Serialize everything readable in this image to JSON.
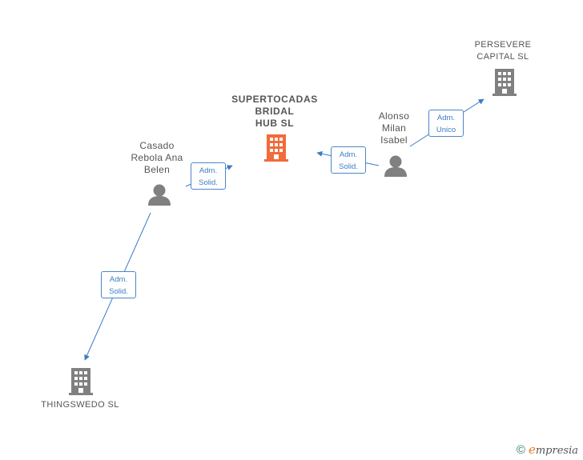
{
  "nodes": {
    "supertocadas": {
      "label": "SUPERTOCADAS\nBRIDAL\nHUB  SL",
      "type": "company-main",
      "color": "#f26b3a"
    },
    "persevere": {
      "label": "PERSEVERE\nCAPITAL  SL",
      "type": "company",
      "color": "#808080"
    },
    "thingswedo": {
      "label": "THINGSWEDO SL",
      "type": "company",
      "color": "#808080"
    },
    "casado": {
      "label": "Casado\nRebola Ana\nBelen",
      "type": "person",
      "color": "#808080"
    },
    "alonso": {
      "label": "Alonso\nMilan\nIsabel",
      "type": "person",
      "color": "#808080"
    }
  },
  "edges": [
    {
      "from": "casado",
      "to": "supertocadas",
      "label": "Adm.\nSolid."
    },
    {
      "from": "alonso",
      "to": "supertocadas",
      "label": "Adm.\nSolid."
    },
    {
      "from": "alonso",
      "to": "persevere",
      "label": "Adm.\nUnico"
    },
    {
      "from": "casado",
      "to": "thingswedo",
      "label": "Adm.\nSolid."
    }
  ],
  "colors": {
    "edge": "#3b7dc4",
    "tag_border": "#4a86c8"
  },
  "footer": {
    "copyright": "©",
    "brand_initial": "e",
    "brand_rest": "mpresia"
  }
}
